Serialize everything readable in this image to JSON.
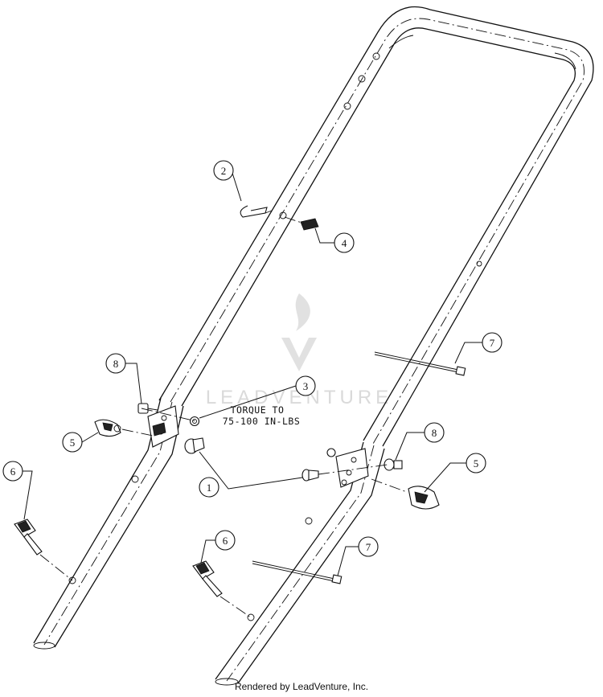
{
  "watermark": {
    "text": "LEADVENTURE"
  },
  "note": {
    "line1": "TORQUE TO",
    "line2": "75-100 IN-LBS"
  },
  "callouts": [
    {
      "id": "c2",
      "label": "2"
    },
    {
      "id": "c4",
      "label": "4"
    },
    {
      "id": "c7a",
      "label": "7"
    },
    {
      "id": "c8a",
      "label": "8"
    },
    {
      "id": "c3",
      "label": "3"
    },
    {
      "id": "c5a",
      "label": "5"
    },
    {
      "id": "c8b",
      "label": "8"
    },
    {
      "id": "c6a",
      "label": "6"
    },
    {
      "id": "c1",
      "label": "1"
    },
    {
      "id": "c5b",
      "label": "5"
    },
    {
      "id": "c6b",
      "label": "6"
    },
    {
      "id": "c7b",
      "label": "7"
    }
  ],
  "footer": {
    "credit": "Rendered by LeadVenture, Inc."
  }
}
